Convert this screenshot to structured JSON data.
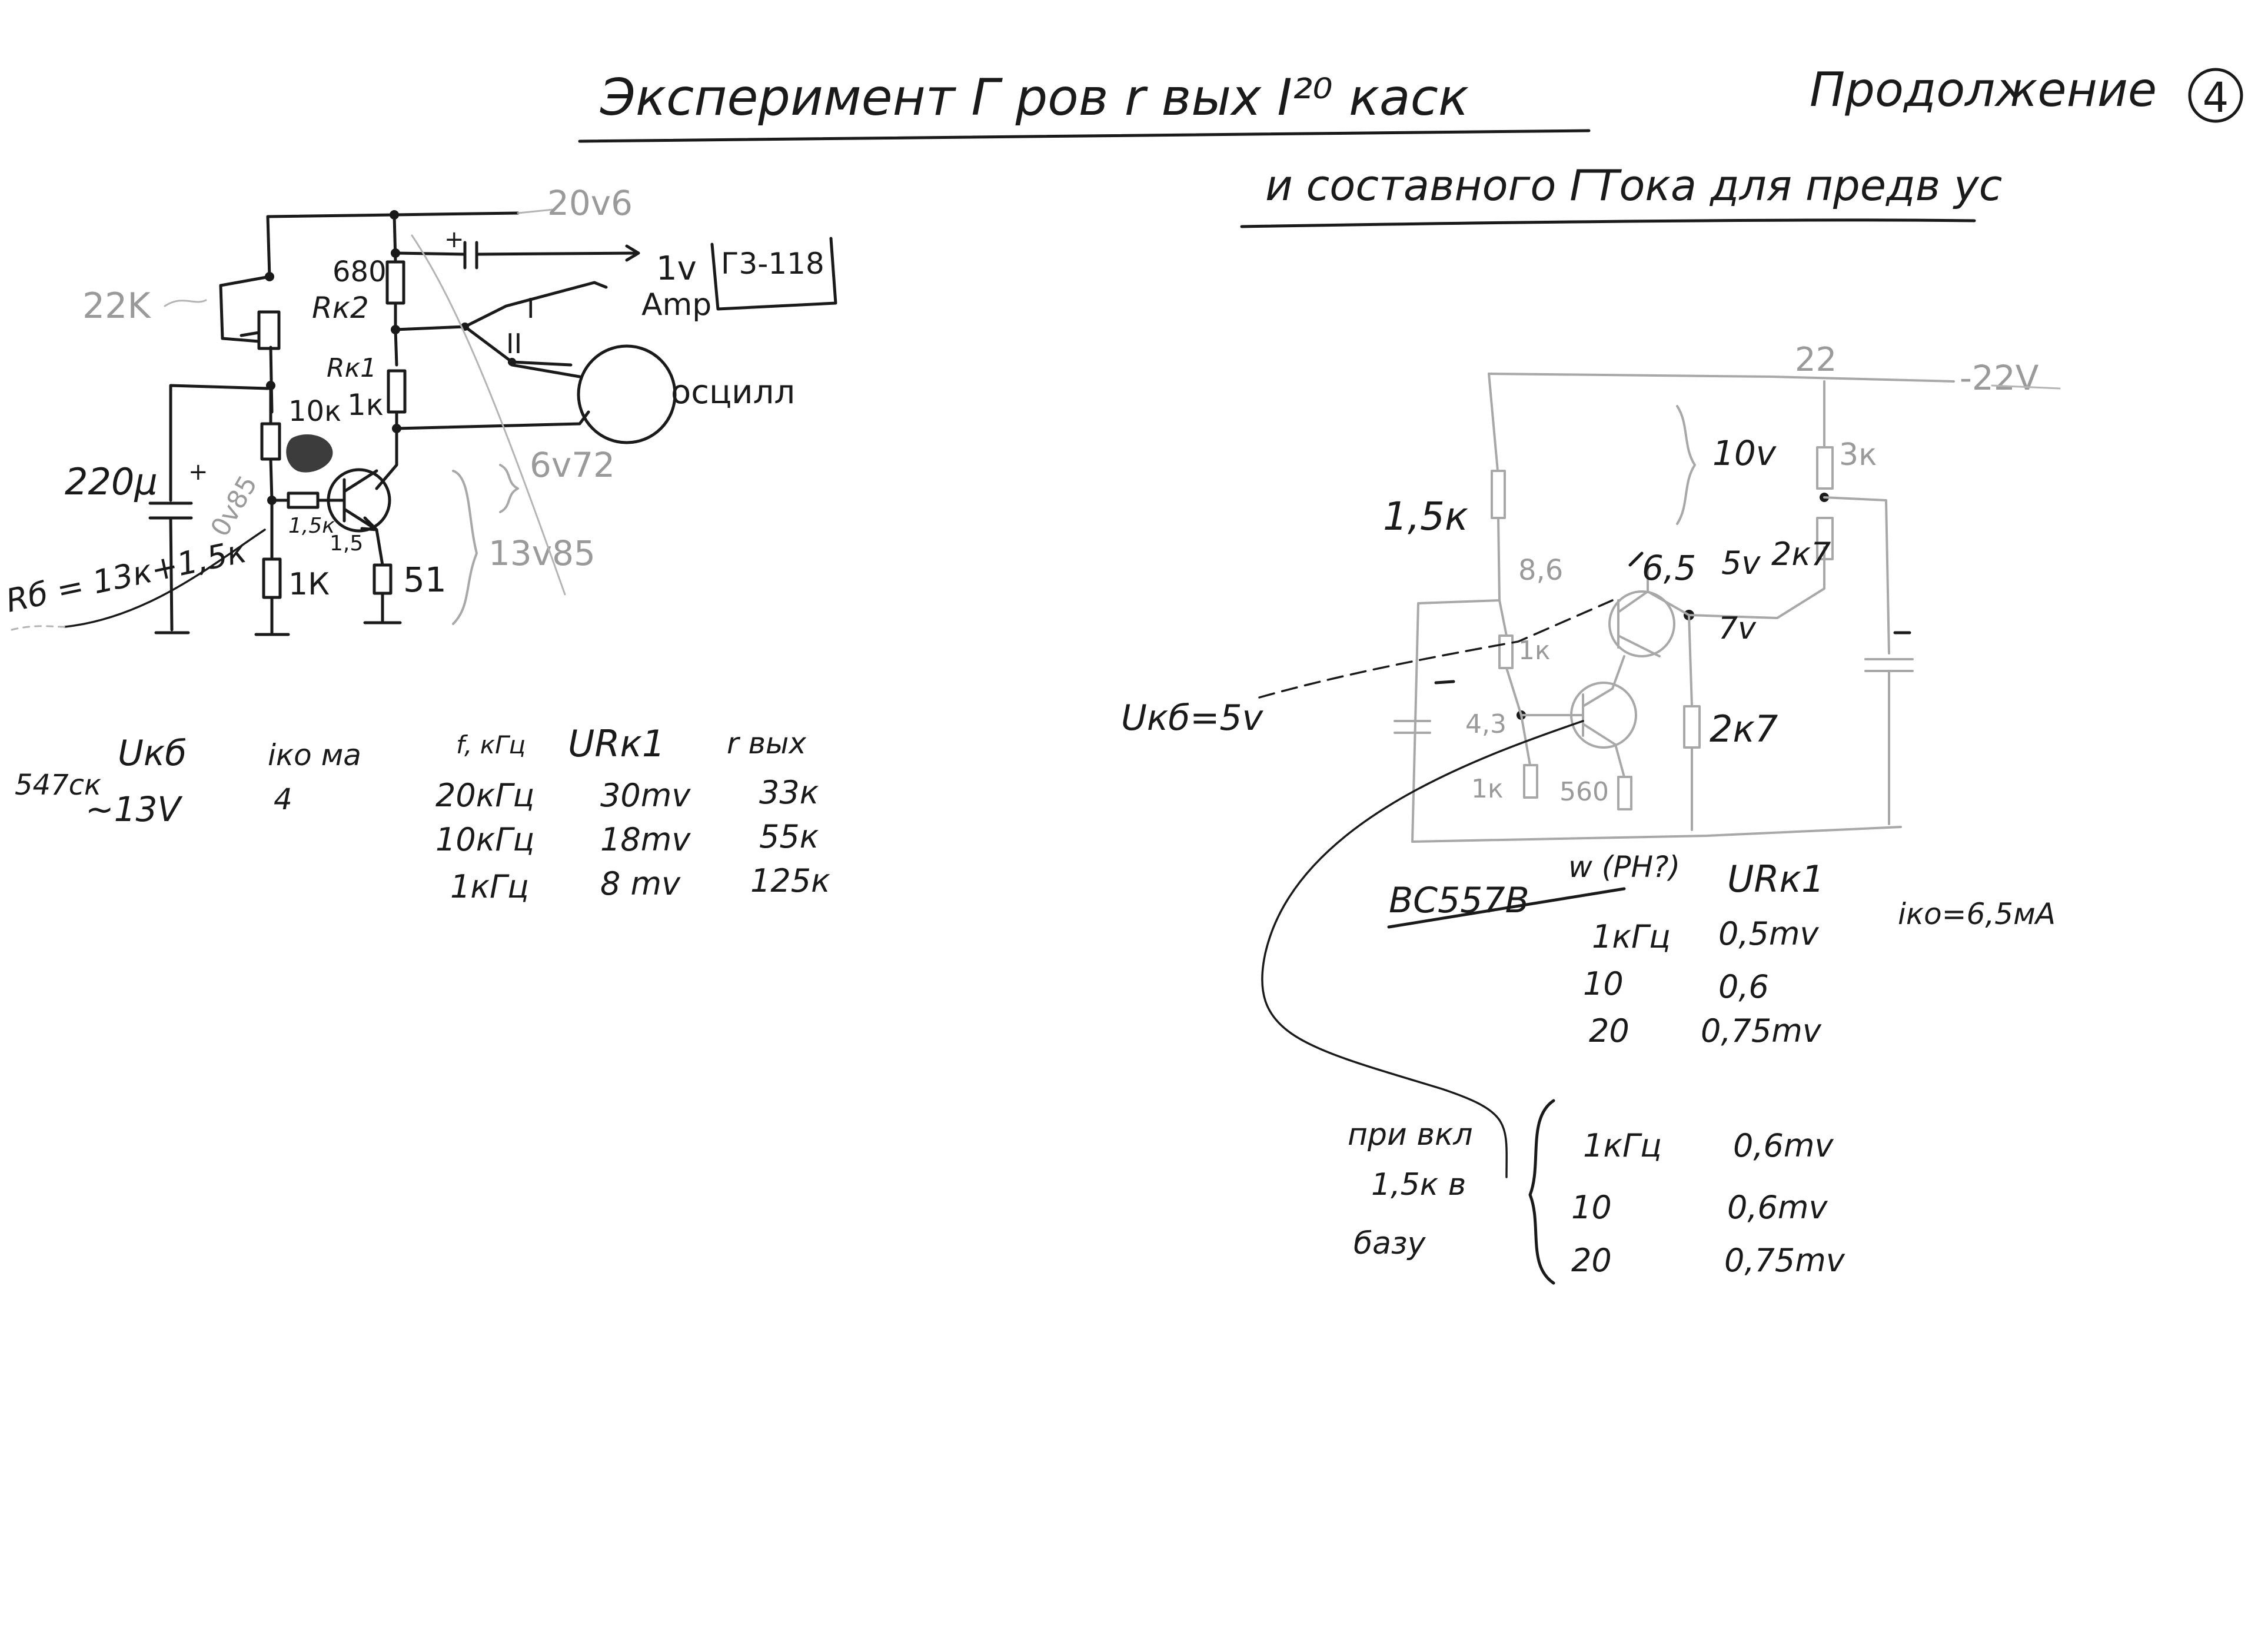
{
  "header": {
    "title": "Эксперимент Г ров  r вых  I²⁰ каск",
    "continuation": "Продолжение",
    "page_number": "4",
    "subtitle": "и составного ГТока для предв ус"
  },
  "circuit_left": {
    "supply": "20v6",
    "pot": "22K",
    "r_c2": "680",
    "r_c2_name": "Rк2",
    "r_c1_name": "Rк1",
    "r_c1": "1к",
    "r_b_top": "10к",
    "r_base": "1,5к",
    "bias_v": "1,5",
    "r_b_bottom": "1К",
    "r_e": "51",
    "cap": "220µ",
    "cap_v": "0v85",
    "source_note": "Rб = 13к+1,5к",
    "gen_level": "1v",
    "gen_label": "Amp",
    "generator": "Г3-118",
    "scope": "осцилл",
    "collector_v": "6v72",
    "ce_v": "13v85"
  },
  "table_left": {
    "transistor": "547ск",
    "headers": [
      "Uкб",
      "iко ма",
      "f, кГц",
      "URк1",
      "r вых"
    ],
    "params": [
      "~13V",
      "4"
    ],
    "rows": [
      [
        "20кГц",
        "30mv",
        "33к"
      ],
      [
        "10кГц",
        "18mv",
        "55к"
      ],
      [
        "1кГц",
        "8 mv",
        "125к"
      ]
    ]
  },
  "circuit_right": {
    "supply": "-22V",
    "supply_grey": "22",
    "drop": "10v",
    "r_top": "1,5к",
    "r_top_v": "8,6",
    "r_c": "3к",
    "r_load": "2к7",
    "q1_v": "6,5",
    "q1_ce": "5v",
    "out_v": "7v",
    "r_mid": "1к",
    "r_mid_v": "4,3",
    "r_low": "1к",
    "r_e": "560",
    "r_out": "2к7",
    "base_note": "Uкб=5v"
  },
  "table_right": {
    "transistor": "BC557B",
    "suffix": "w (PH?)",
    "header": "URк1",
    "current": "iко=6,5мА",
    "rows": [
      [
        "1кГц",
        "0,5mv"
      ],
      [
        "10",
        "0,6"
      ],
      [
        "20",
        "0,75mv"
      ]
    ],
    "note": [
      "при вкл",
      "1,5к в",
      "базу"
    ],
    "rows2": [
      [
        "1кГц",
        "0,6mv"
      ],
      [
        "10",
        "0,6mv"
      ],
      [
        "20",
        "0,75mv"
      ]
    ]
  }
}
